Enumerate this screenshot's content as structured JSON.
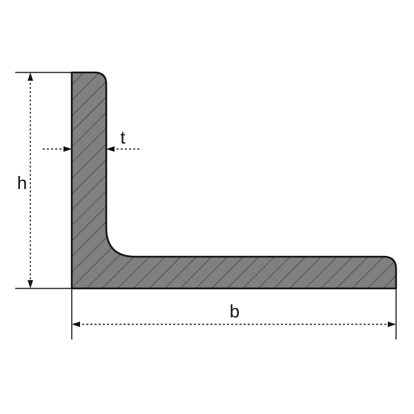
{
  "labels": {
    "height": "h",
    "thickness": "t",
    "width": "b"
  },
  "colors": {
    "profile_fill": "#808080",
    "outline": "#111111",
    "hatch": "#2a2a2a",
    "background": "#ffffff"
  }
}
